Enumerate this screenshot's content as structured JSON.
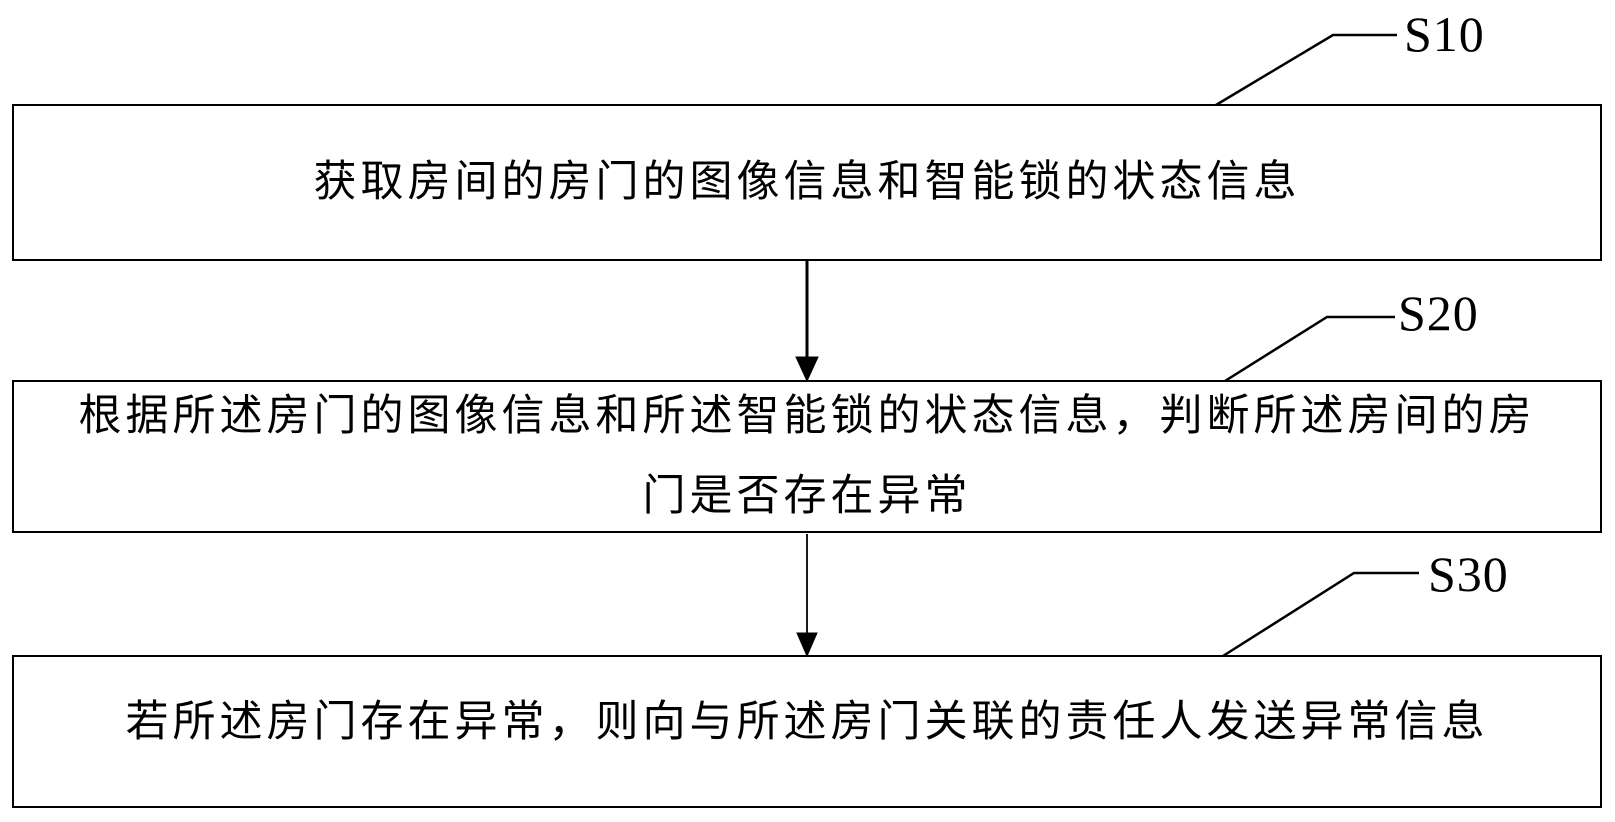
{
  "page": {
    "background_color": "#ffffff",
    "line_color": "#000000",
    "text_color": "#000000"
  },
  "diagram": {
    "type": "flowchart",
    "direction": "top-down",
    "steps": [
      {
        "label": "S10",
        "text": "获取房间的房门的图像信息和智能锁的状态信息",
        "lines": [
          "获取房间的房门的图像信息和智能锁的状态信息"
        ]
      },
      {
        "label": "S20",
        "text": "根据所述房门的图像信息和所述智能锁的状态信息，判断所述房间的房门是否存在异常",
        "lines": [
          "根据所述房门的图像信息和所述智能锁的状态信息，判断所述房间的房",
          "门是否存在异常"
        ]
      },
      {
        "label": "S30",
        "text": "若所述房门存在异常，则向与所述房门关联的责任人发送异常信息",
        "lines": [
          "若所述房门存在异常，则向与所述房门关联的责任人发送异常信息"
        ]
      }
    ],
    "connectors": [
      {
        "from": "S10",
        "to": "S20",
        "type": "arrow-down"
      },
      {
        "from": "S20",
        "to": "S30",
        "type": "arrow-down"
      }
    ]
  }
}
